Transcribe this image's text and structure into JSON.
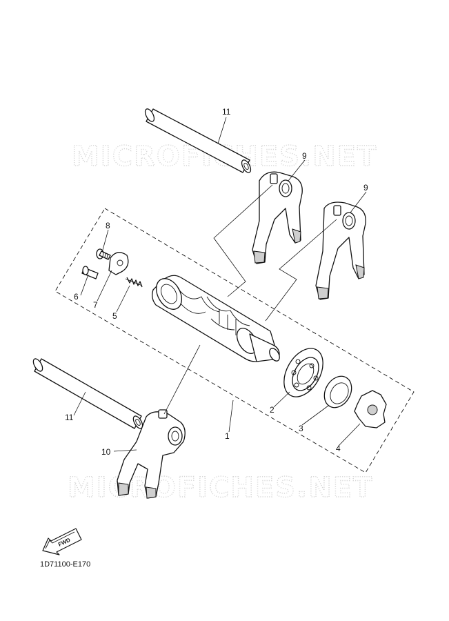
{
  "watermarks": [
    "MICROFICHES.NET",
    "MICROFICHES.NET"
  ],
  "callouts": [
    {
      "id": "shift-rod-top",
      "label": "11"
    },
    {
      "id": "shift-fork-right-upper",
      "label": "9"
    },
    {
      "id": "shift-fork-right-lower",
      "label": "9"
    },
    {
      "id": "screw",
      "label": "8"
    },
    {
      "id": "bolt",
      "label": "6"
    },
    {
      "id": "plate",
      "label": "7"
    },
    {
      "id": "spring",
      "label": "5"
    },
    {
      "id": "bearing",
      "label": "2"
    },
    {
      "id": "collar",
      "label": "3"
    },
    {
      "id": "segment",
      "label": "4"
    },
    {
      "id": "shift-cam-assy",
      "label": "1"
    },
    {
      "id": "shift-rod-bottom",
      "label": "11"
    },
    {
      "id": "shift-fork-left",
      "label": "10"
    }
  ],
  "fwd_badge": "FWD",
  "diagram_code": "1D71100-E170"
}
